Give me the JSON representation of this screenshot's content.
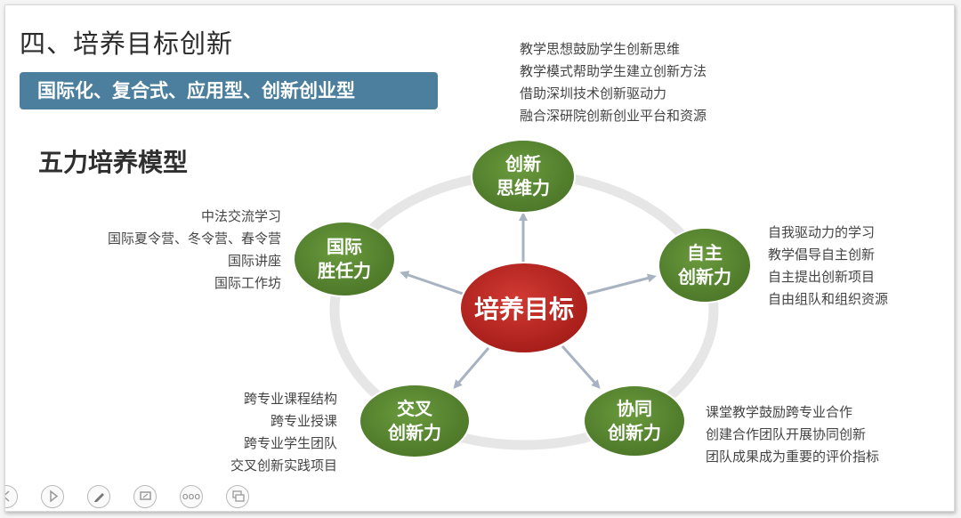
{
  "slide": {
    "title": "四、培养目标创新",
    "banner": "国际化、复合式、应用型、创新创业型",
    "model_title": "五力培养模型"
  },
  "diagram": {
    "center": "培养目标",
    "nodes": {
      "chuangxin": [
        "创新",
        "思维力"
      ],
      "zizhu": [
        "自主",
        "创新力"
      ],
      "xietong": [
        "协同",
        "创新力"
      ],
      "jiaocha": [
        "交叉",
        "创新力"
      ],
      "guoji": [
        "国际",
        "胜任力"
      ]
    },
    "descriptions": {
      "chuangxin": [
        "教学思想鼓励学生创新思维",
        "教学模式帮助学生建立创新方法",
        "借助深圳技术创新驱动力",
        "融合深研院创新创业平台和资源"
      ],
      "guoji": [
        "中法交流学习",
        "国际夏令营、冬令营、春令营",
        "国际讲座",
        "国际工作坊"
      ],
      "zizhu": [
        "自我驱动力的学习",
        "教学倡导自主创新",
        "自主提出创新项目",
        "自由组队和组织资源"
      ],
      "xietong": [
        "课堂教学鼓励跨专业合作",
        "创建合作团队开展协同创新",
        "团队成果成为重要的评价指标"
      ],
      "jiaocha": [
        "跨专业课程结构",
        "跨专业授课",
        "跨专业学生团队",
        "交叉创新实践项目"
      ]
    },
    "colors": {
      "center": "#b8231f",
      "node": "#55822f",
      "ring": "#e6e6e6",
      "arrow": "#a8b3c2",
      "banner": "#4b7f9d"
    }
  },
  "toolbar": {
    "icons": [
      "previous-icon",
      "play-icon",
      "pen-icon",
      "screen-icon",
      "more-icon",
      "slides-icon"
    ],
    "more_label": "ooo"
  }
}
